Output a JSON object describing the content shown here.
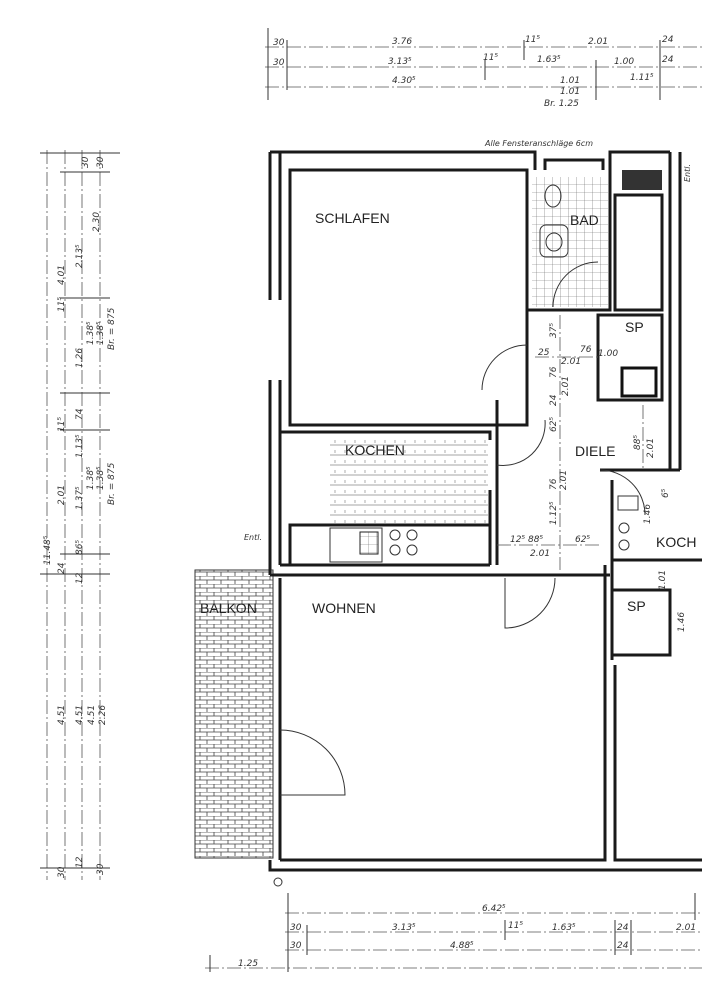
{
  "title_note": "Alle Fensteranschläge 6cm",
  "rooms": {
    "schlafen": "SCHLAFEN",
    "bad": "BAD",
    "sp1": "SP",
    "kochen": "KOCHEN",
    "diele": "DIELE",
    "koch_neighbor": "KOCH",
    "sp2": "SP",
    "wohnen": "WOHNEN",
    "balkon": "BALKON"
  },
  "labels": {
    "entl_left": "Entl.",
    "entl_right": "Entl."
  },
  "top_dims": {
    "row1": [
      "30",
      "3.76",
      "11⁵",
      "2.01",
      "24"
    ],
    "row2": [
      "30",
      "3.13⁵",
      "11⁵",
      "1.63⁵",
      "1.00",
      "24"
    ],
    "row3": [
      "4.30⁵",
      "1.01",
      "1.11⁵"
    ],
    "row3_sub": [
      "1.01",
      "Br. 1.25"
    ]
  },
  "left_dims": [
    "30",
    "30",
    "2.13⁵",
    "2.30",
    "4.01",
    "11⁵",
    "1.26",
    "1.38⁵",
    "1.38⁵",
    "Br. = 875",
    "11⁵",
    "1.13⁵",
    "74",
    "11.48⁵",
    "2.01",
    "1.37⁵",
    "1.38⁵",
    "1.38⁵",
    "Br. = 875",
    "86⁵",
    "24",
    "12",
    "4.51",
    "4.51",
    "4.51",
    "2.26",
    "30",
    "12",
    "30"
  ],
  "interior_dims": [
    "37⁵",
    "25",
    "76",
    "2.01",
    "1.00",
    "76",
    "2.01",
    "24",
    "62⁵",
    "88⁵",
    "2.01",
    "76",
    "2.01",
    "1.12⁵",
    "12⁵",
    "88⁵",
    "2.01",
    "62⁵",
    "1.46",
    "6⁵",
    "1.01",
    "1.46"
  ],
  "bottom_dims": {
    "row1": [
      "6.42⁵"
    ],
    "row2": [
      "30",
      "3.13⁵",
      "11⁵",
      "1.63⁵",
      "24",
      "2.01"
    ],
    "row3": [
      "30",
      "4.88⁵",
      "24"
    ],
    "row4": [
      "1.25"
    ]
  }
}
